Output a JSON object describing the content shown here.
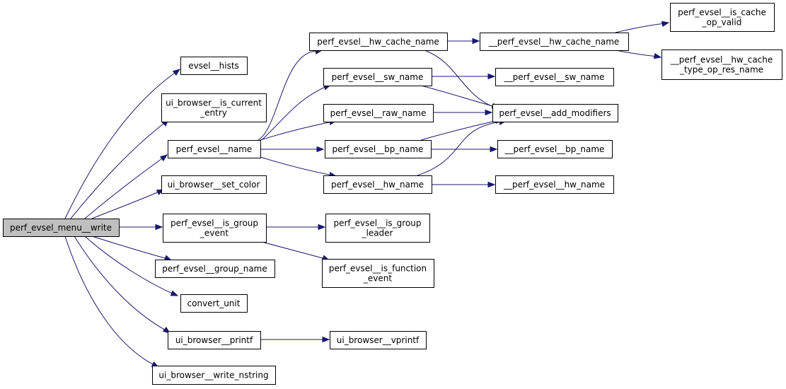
{
  "colors": {
    "edge": "#191970",
    "node_fill": "#ffffff",
    "root_fill": "#bfbfbf",
    "border": "#000000"
  },
  "nodes": {
    "root": [
      "perf_evsel_menu__write"
    ],
    "evsel_hists": [
      "evsel__hists"
    ],
    "ui_browser_is_current_entry": [
      "ui_browser__is_current",
      "_entry"
    ],
    "perf_evsel_name": [
      "perf_evsel__name"
    ],
    "ui_browser_set_color": [
      "ui_browser__set_color"
    ],
    "perf_evsel_is_group_event": [
      "perf_evsel__is_group",
      "_event"
    ],
    "perf_evsel_group_name": [
      "perf_evsel__group_name"
    ],
    "convert_unit": [
      "convert_unit"
    ],
    "ui_browser_printf": [
      "ui_browser__printf"
    ],
    "ui_browser_write_nstring": [
      "ui_browser__write_nstring"
    ],
    "perf_evsel_hw_cache_name": [
      "perf_evsel__hw_cache_name"
    ],
    "perf_evsel_sw_name": [
      "perf_evsel__sw_name"
    ],
    "perf_evsel_raw_name": [
      "perf_evsel__raw_name"
    ],
    "perf_evsel_bp_name": [
      "perf_evsel__bp_name"
    ],
    "perf_evsel_hw_name": [
      "perf_evsel__hw_name"
    ],
    "perf_evsel_is_group_leader": [
      "perf_evsel__is_group",
      "_leader"
    ],
    "perf_evsel_is_function_event": [
      "perf_evsel__is_function",
      "_event"
    ],
    "ui_browser_vprintf": [
      "ui_browser__vprintf"
    ],
    "__perf_evsel_hw_cache_name": [
      "__perf_evsel__hw_cache_name"
    ],
    "__perf_evsel_sw_name": [
      "__perf_evsel__sw_name"
    ],
    "perf_evsel_add_modifiers": [
      "perf_evsel__add_modifiers"
    ],
    "__perf_evsel_bp_name": [
      "__perf_evsel__bp_name"
    ],
    "__perf_evsel_hw_name": [
      "__perf_evsel__hw_name"
    ],
    "perf_evsel_is_cache_op_valid": [
      "perf_evsel__is_cache",
      "_op_valid"
    ],
    "__perf_evsel_hw_cache_type_op_res_name": [
      "__perf_evsel__hw_cache",
      "_type_op_res_name"
    ]
  },
  "edges": [
    [
      "root",
      "evsel_hists"
    ],
    [
      "root",
      "ui_browser_is_current_entry"
    ],
    [
      "root",
      "perf_evsel_name"
    ],
    [
      "root",
      "ui_browser_set_color"
    ],
    [
      "root",
      "perf_evsel_is_group_event"
    ],
    [
      "root",
      "perf_evsel_group_name"
    ],
    [
      "root",
      "convert_unit"
    ],
    [
      "root",
      "ui_browser_printf"
    ],
    [
      "root",
      "ui_browser_write_nstring"
    ],
    [
      "perf_evsel_name",
      "perf_evsel_hw_cache_name"
    ],
    [
      "perf_evsel_name",
      "perf_evsel_sw_name"
    ],
    [
      "perf_evsel_name",
      "perf_evsel_raw_name"
    ],
    [
      "perf_evsel_name",
      "perf_evsel_bp_name"
    ],
    [
      "perf_evsel_name",
      "perf_evsel_hw_name"
    ],
    [
      "perf_evsel_is_group_event",
      "perf_evsel_is_group_leader"
    ],
    [
      "perf_evsel_is_group_event",
      "perf_evsel_is_function_event"
    ],
    [
      "ui_browser_printf",
      "ui_browser_vprintf"
    ],
    [
      "perf_evsel_hw_cache_name",
      "__perf_evsel_hw_cache_name"
    ],
    [
      "perf_evsel_hw_cache_name",
      "perf_evsel_add_modifiers"
    ],
    [
      "perf_evsel_sw_name",
      "__perf_evsel_sw_name"
    ],
    [
      "perf_evsel_sw_name",
      "perf_evsel_add_modifiers"
    ],
    [
      "perf_evsel_raw_name",
      "perf_evsel_add_modifiers"
    ],
    [
      "perf_evsel_bp_name",
      "perf_evsel_add_modifiers"
    ],
    [
      "perf_evsel_bp_name",
      "__perf_evsel_bp_name"
    ],
    [
      "perf_evsel_hw_name",
      "perf_evsel_add_modifiers"
    ],
    [
      "perf_evsel_hw_name",
      "__perf_evsel_hw_name"
    ],
    [
      "__perf_evsel_hw_cache_name",
      "perf_evsel_is_cache_op_valid"
    ],
    [
      "__perf_evsel_hw_cache_name",
      "__perf_evsel_hw_cache_type_op_res_name"
    ]
  ]
}
